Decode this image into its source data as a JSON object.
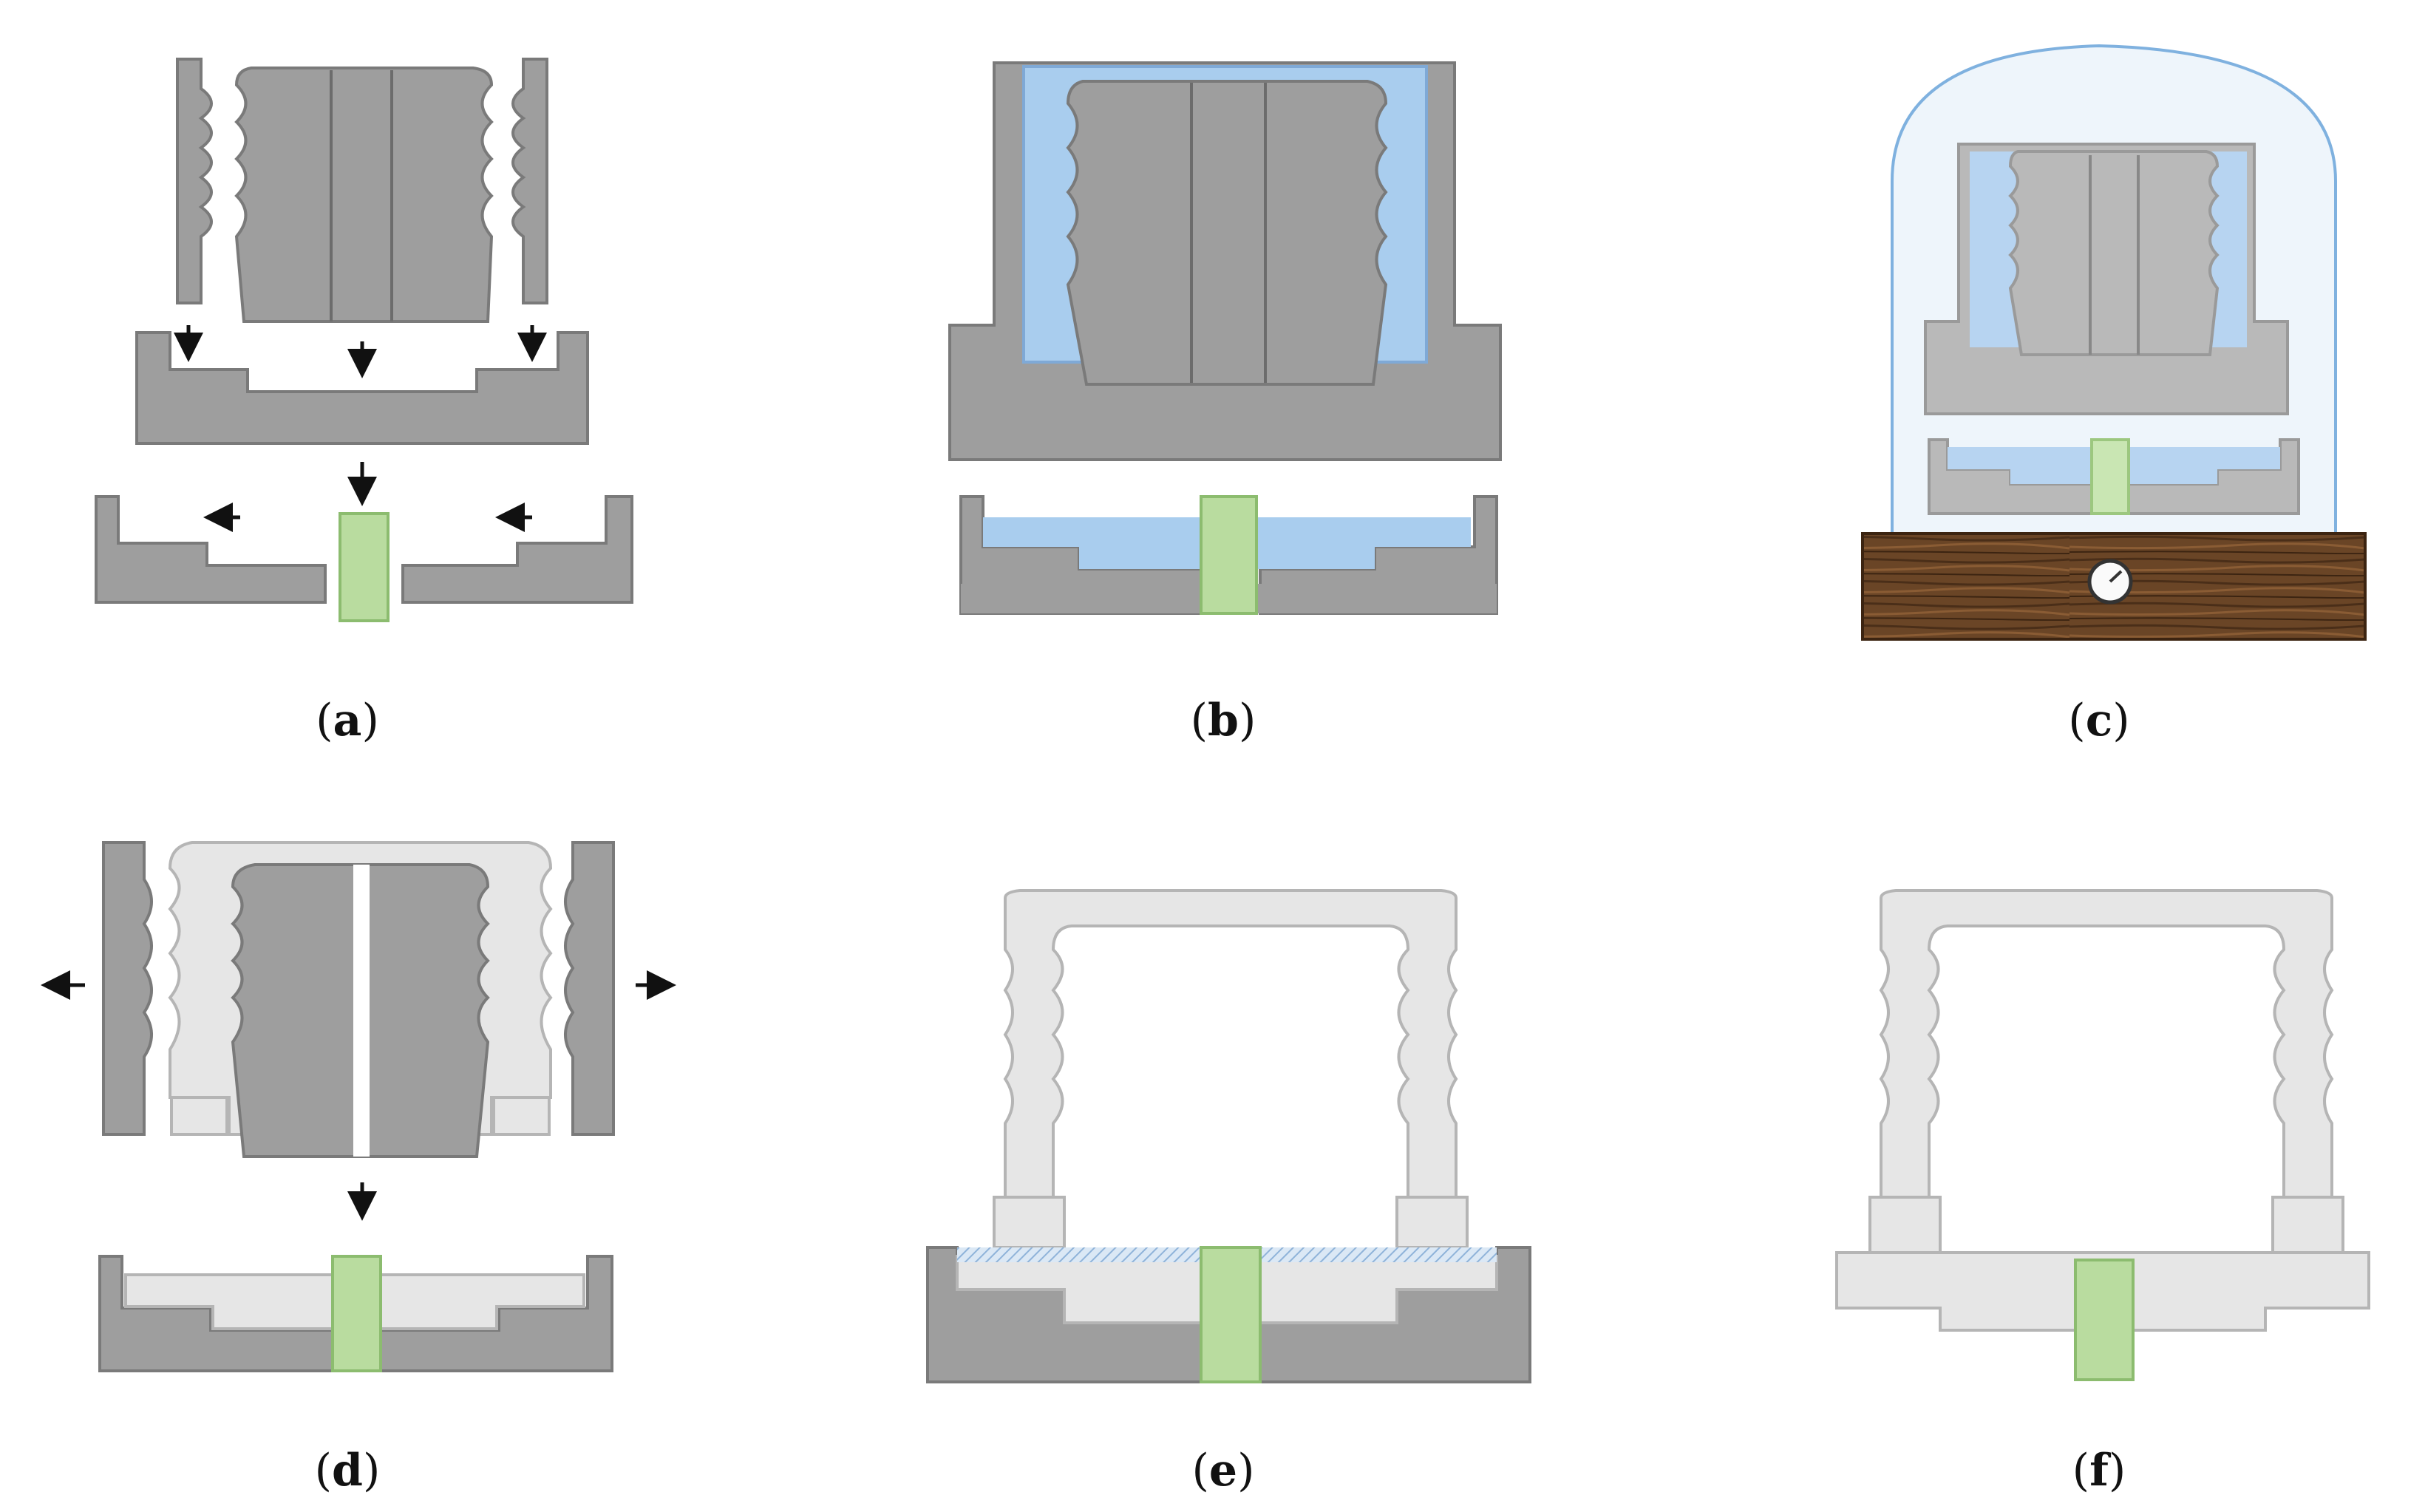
{
  "panels": [
    {
      "id": "a",
      "label": "a"
    },
    {
      "id": "b",
      "label": "b"
    },
    {
      "id": "c",
      "label": "c"
    },
    {
      "id": "d",
      "label": "d"
    },
    {
      "id": "e",
      "label": "e"
    },
    {
      "id": "f",
      "label": "f"
    }
  ],
  "colors": {
    "mold_gray": "#9e9e9e",
    "mold_light": "#e6e6e6",
    "slurry_blue": "#a9cdee",
    "insert_green": "#b9dc9f",
    "wood": "#6e4a2a",
    "dome": "#eef5fb"
  }
}
